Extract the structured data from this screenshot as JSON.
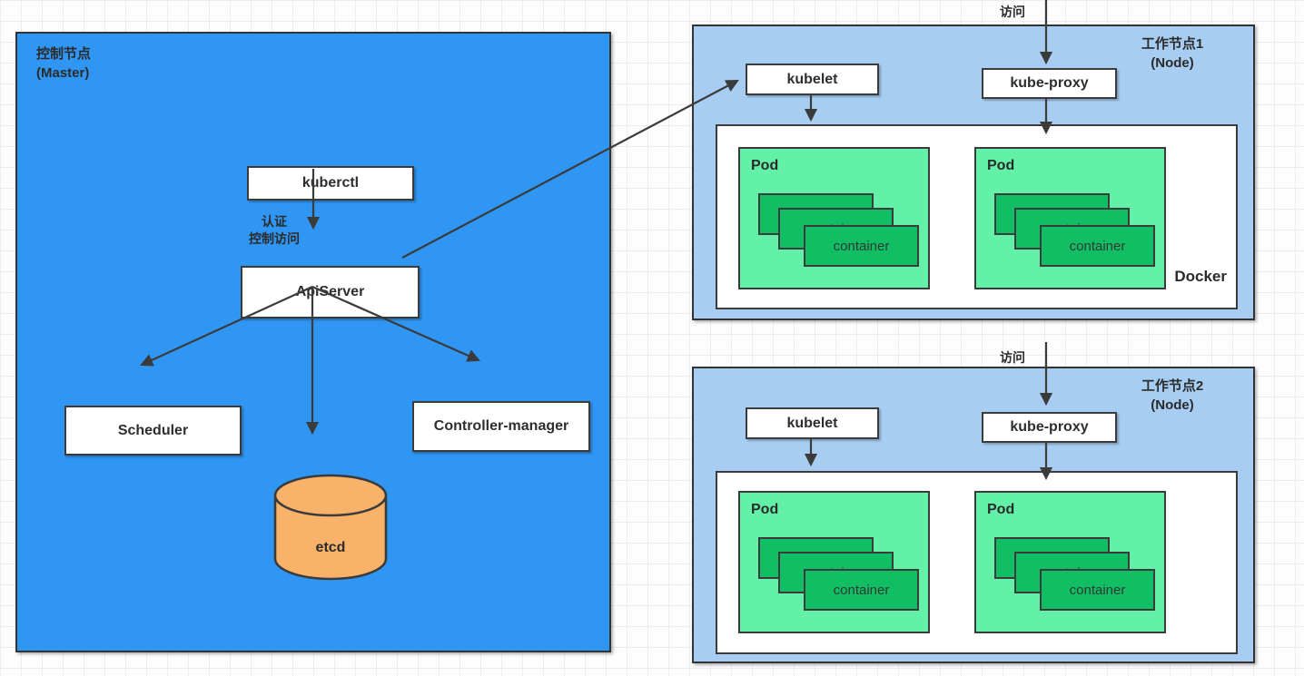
{
  "labels": {
    "master_title": "控制节点\n(Master)",
    "kuberctl": "kuberctl",
    "auth_note": "认证\n控制访问",
    "apiserver": "ApiServer",
    "scheduler": "Scheduler",
    "controller_manager": "Controller-manager",
    "etcd": "etcd",
    "node1_title": "工作节点1\n(Node)",
    "node2_title": "工作节点2\n(Node)",
    "kubelet": "kubelet",
    "kube_proxy": "kube-proxy",
    "docker": "Docker",
    "pod": "Pod",
    "container": "container",
    "access": "访问"
  },
  "colors": {
    "master_fill": "#3096F3",
    "node_fill": "#A7CEF2",
    "pod_fill": "#63F1A7",
    "container_fill": "#12BE63",
    "etcd_fill": "#F9B26A",
    "line_color": "#3B3B3B"
  }
}
